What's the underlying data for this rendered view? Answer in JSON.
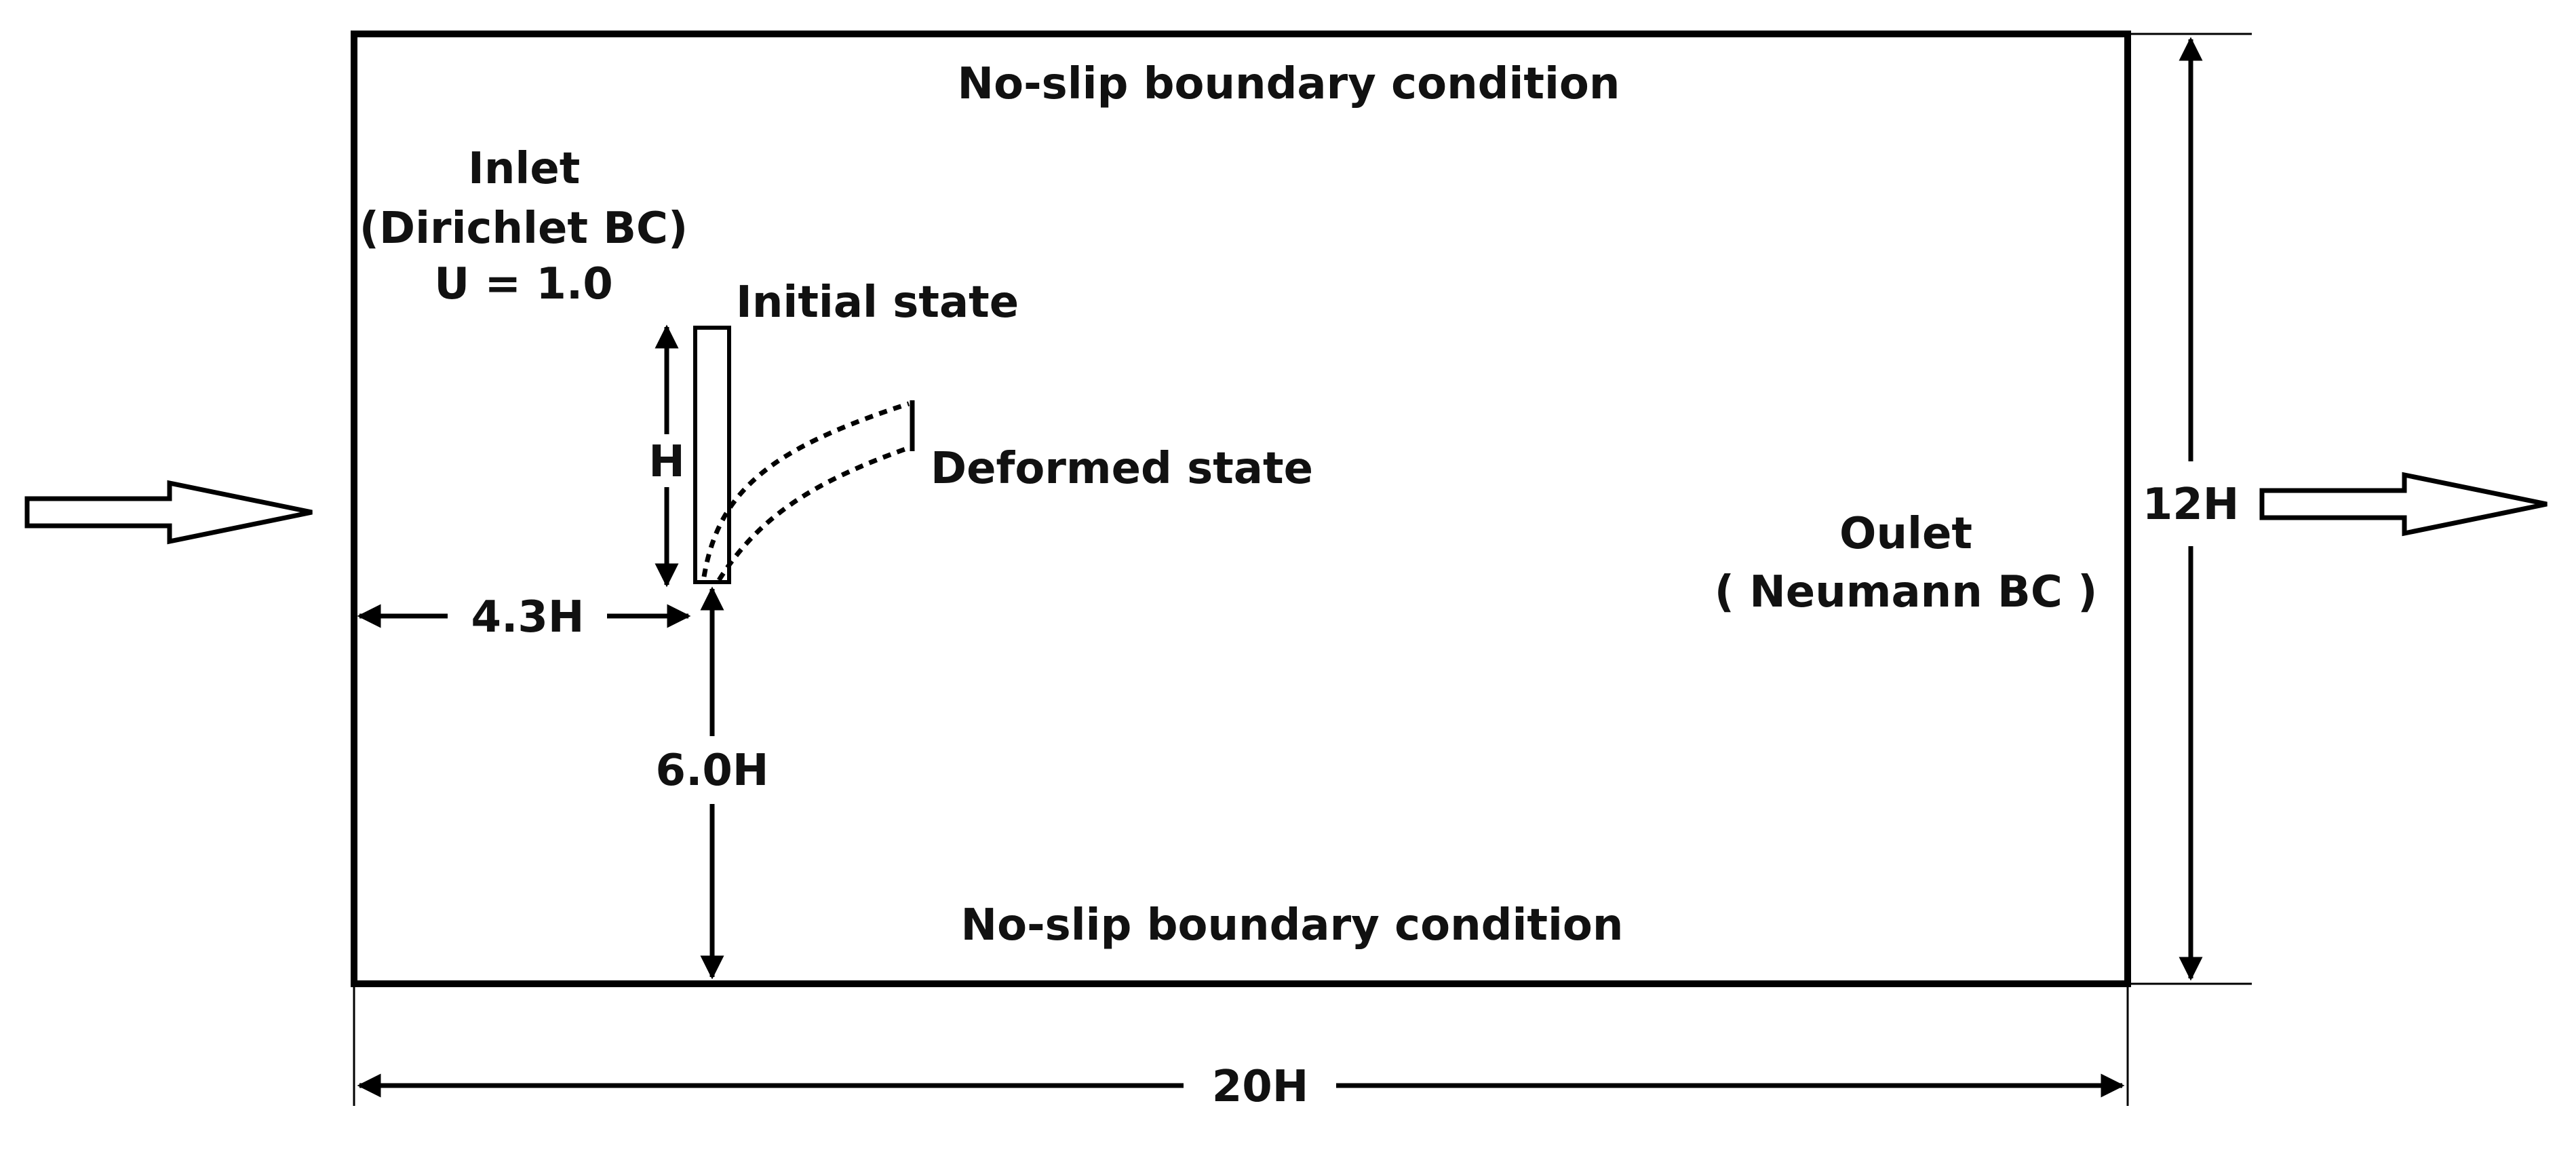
{
  "labels": {
    "top_wall": "No-slip boundary condition",
    "bottom_wall": "No-slip boundary condition",
    "inlet_title": "Inlet",
    "inlet_bc": "(Dirichlet BC)",
    "inlet_velocity": "U = 1.0",
    "initial_state": "Initial state",
    "deformed_state": "Deformed state",
    "outlet_title": "Oulet",
    "outlet_bc": "( Neumann BC )"
  },
  "dimensions": {
    "plate_height": "H",
    "inlet_offset": "4.3H",
    "bottom_offset": "6.0H",
    "domain_height": "12H",
    "domain_length": "20H"
  },
  "colors": {
    "line": "#000000",
    "text": "#111111",
    "background": "#ffffff"
  }
}
